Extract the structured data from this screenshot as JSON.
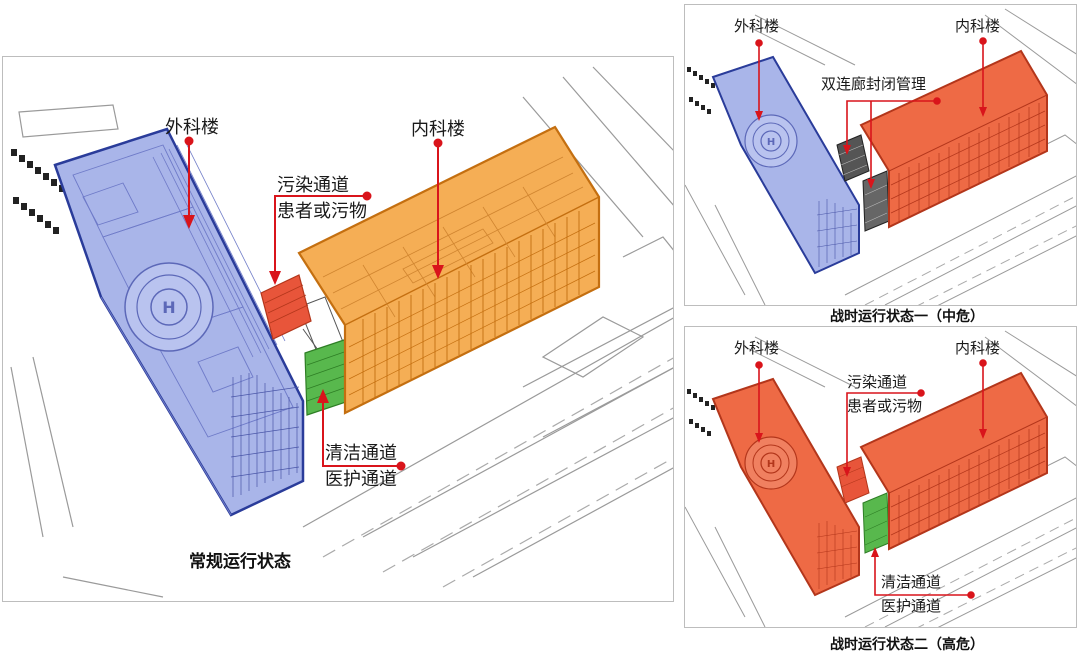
{
  "colors": {
    "blue_building": "#a9b5e9",
    "blue_edge": "#2a3c9a",
    "orange_building": "#f5ae55",
    "orange_edge": "#c46f10",
    "red_building": "#ee6a45",
    "red_edge": "#b3361b",
    "green_corridor": "#58b84d",
    "red_corridor": "#e8553a",
    "annotation_red": "#d9141b",
    "line_gray": "#8c8c8c"
  },
  "main_panel": {
    "caption": "常规运行状态",
    "surgery_label": "外科楼",
    "medicine_label": "内科楼",
    "dirty_line1": "污染通道",
    "dirty_line2": "患者或污物",
    "clean_line1": "清洁通道",
    "clean_line2": "医护通道"
  },
  "panel_medium": {
    "caption": "战时运行状态一（中危）",
    "surgery_label": "外科楼",
    "medicine_label": "内科楼",
    "double_corridor_label": "双连廊封闭管理"
  },
  "panel_high": {
    "caption": "战时运行状态二（高危）",
    "surgery_label": "外科楼",
    "medicine_label": "内科楼",
    "dirty_line1": "污染通道",
    "dirty_line2": "患者或污物",
    "clean_line1": "清洁通道",
    "clean_line2": "医护通道"
  }
}
